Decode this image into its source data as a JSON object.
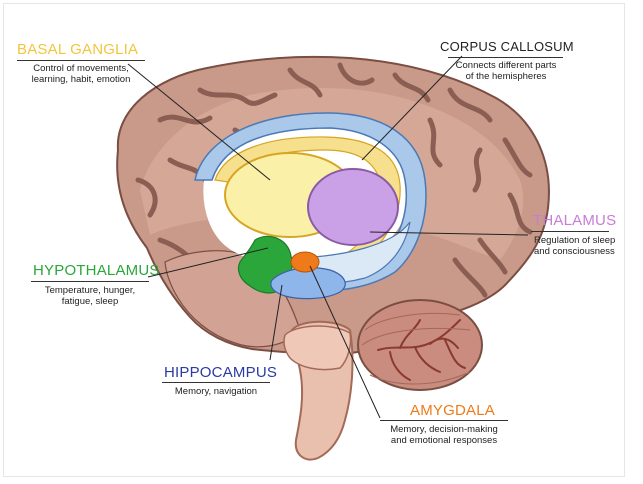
{
  "colors": {
    "basal_ganglia": "#f2c53d",
    "corpus_callosum": "#222222",
    "thalamus": "#c77dd6",
    "hypothalamus": "#2aa63a",
    "hippocampus": "#2a3aa6",
    "amygdala": "#ef7a1a",
    "cortex": "#c99a8a",
    "cortex_light": "#e3b8a8",
    "cortex_groove": "#8a5e52"
  },
  "labels": {
    "basal_ganglia": {
      "title": "BASAL GANGLIA",
      "desc_1": "Control of movements,",
      "desc_2": "learning, habit, emotion"
    },
    "corpus_callosum": {
      "title": "CORPUS CALLOSUM",
      "desc_1": "Connects different parts",
      "desc_2": "of the hemispheres"
    },
    "thalamus": {
      "title": "THALAMUS",
      "desc_1": "Regulation of sleep",
      "desc_2": "and consciousness"
    },
    "hypothalamus": {
      "title": "HYPOTHALAMUS",
      "desc_1": "Temperature, hunger,",
      "desc_2": "fatigue, sleep"
    },
    "hippocampus": {
      "title": "HIPPOCAMPUS",
      "desc_1": "Memory, navigation"
    },
    "amygdala": {
      "title": "AMYGDALA",
      "desc_1": "Memory, decision-making",
      "desc_2": "and emotional responses"
    }
  }
}
